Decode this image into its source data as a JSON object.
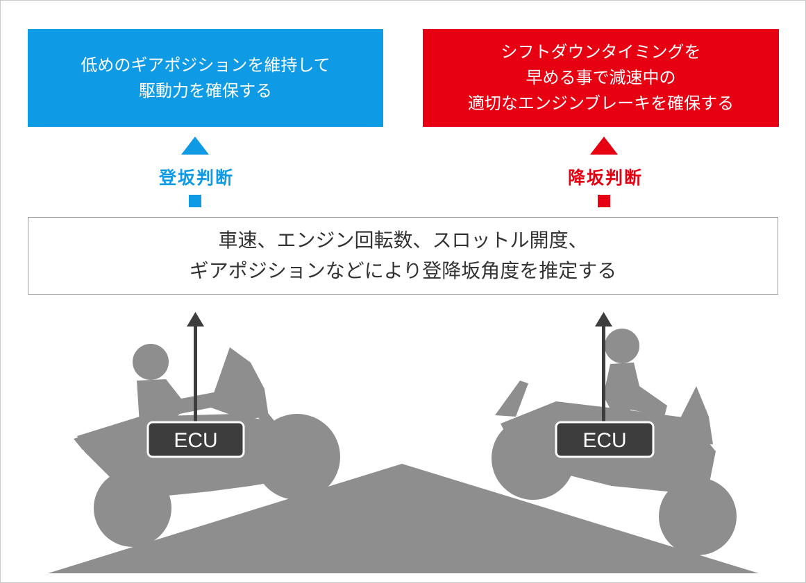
{
  "up_box": {
    "lines": [
      "低めのギアポジションを維持して",
      "駆動力を確保する"
    ]
  },
  "down_box": {
    "lines": [
      "シフトダウンタイミングを",
      "早める事で減速中の",
      "適切なエンジンブレーキを確保する"
    ]
  },
  "uphill_judgment": "登坂判断",
  "downhill_judgment": "降坂判断",
  "info_box": {
    "lines": [
      "車速、エンジン回転数、スロットル開度、",
      "ギアポジションなどにより登降坂角度を推定する"
    ]
  },
  "ecu_left": "ECU",
  "ecu_right": "ECU",
  "colors": {
    "uphill": "#0e9ae5",
    "downhill": "#e60012",
    "silhouette": "#8e8e8e",
    "ecu_box": "#3d3d3d"
  }
}
